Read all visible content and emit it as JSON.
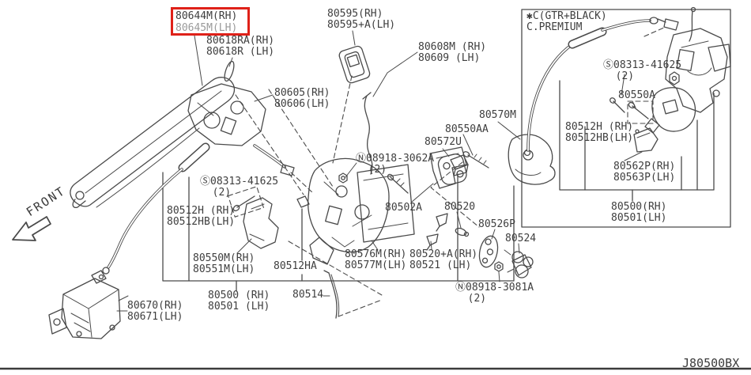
{
  "drawing_code": "J80500BX",
  "front_label": "FRONT",
  "colors": {
    "highlight_red": "#df2119",
    "line": "#4a4a4a",
    "text": "#3e3e3e"
  },
  "highlight_box": {
    "line1": "80644M(RH)",
    "line2": "80645M(LH)"
  },
  "note_box": {
    "text": "✱C(GTR+BLACK)\nC.PREMIUM"
  },
  "labels": {
    "p80618": {
      "text": "80618RA(RH)\n80618R (LH)"
    },
    "p80595": {
      "text": "80595(RH)\n80595+A(LH)"
    },
    "p80608": {
      "text": "80608M (RH)\n80609 (LH)"
    },
    "p80605": {
      "text": "80605(RH)\n80606(LH)"
    },
    "s08313_right": {
      "text": "Ⓢ08313-41625\n  (2)"
    },
    "p80550A": {
      "text": "80550A"
    },
    "p80570M": {
      "text": "80570M"
    },
    "p80550AA": {
      "text": "80550AA"
    },
    "p80572U": {
      "text": "80572U"
    },
    "p80512H_right": {
      "text": "80512H (RH)\n80512HB(LH)"
    },
    "p80562P": {
      "text": "80562P(RH)\n80563P(LH)"
    },
    "p80500_right": {
      "text": "80500(RH)\n80501(LH)"
    },
    "n08918_3062A": {
      "text": "Ⓝ08918-3062A\n  (2)"
    },
    "s08313_left": {
      "text": "Ⓢ08313-41625\n  (2)"
    },
    "p80512H_left": {
      "text": "80512H (RH)\n80512HB(LH)"
    },
    "p80502A": {
      "text": "80502A"
    },
    "p80520": {
      "text": "80520"
    },
    "p80526P": {
      "text": "80526P"
    },
    "p80524": {
      "text": "80524"
    },
    "p80550M": {
      "text": "80550M(RH)\n80551M(LH)"
    },
    "p80512HA": {
      "text": "80512HA"
    },
    "p80576M": {
      "text": "80576M(RH)\n80577M(LH)"
    },
    "p80520A": {
      "text": "80520+A(RH)\n80521 (LH)"
    },
    "p80500_left": {
      "text": "80500 (RH)\n80501 (LH)"
    },
    "p80514": {
      "text": "80514"
    },
    "n08918_3081A": {
      "text": "Ⓝ08918-3081A\n  (2)"
    },
    "p80670": {
      "text": "80670(RH)\n80671(LH)"
    }
  }
}
